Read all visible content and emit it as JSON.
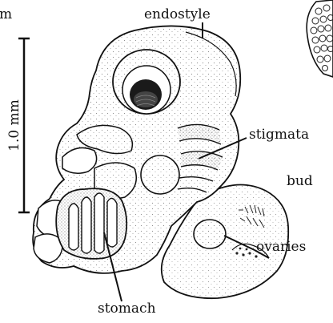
{
  "figure": {
    "labels": {
      "endostyle": "endostyle",
      "stigmata": "stigmata",
      "bud": "bud",
      "ovaries": "ovaries",
      "stomach": "stomach",
      "scale": "1.0 mm",
      "cropped_fragment": "m"
    }
  }
}
